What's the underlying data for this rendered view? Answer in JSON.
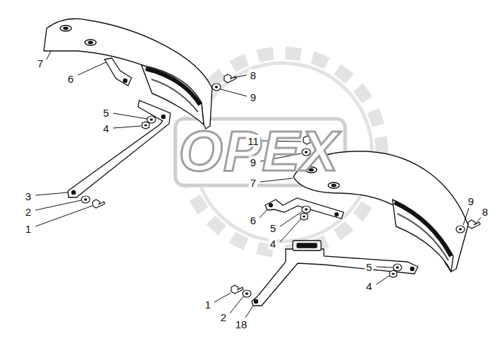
{
  "diagram": {
    "labels": [
      "OPEX",
      "7",
      "6",
      "8",
      "9",
      "5",
      "4",
      "11",
      "9",
      "7",
      "3",
      "2",
      "1",
      "6",
      "5",
      "4",
      "9",
      "8",
      "5",
      "4",
      "1",
      "2",
      "18"
    ]
  }
}
